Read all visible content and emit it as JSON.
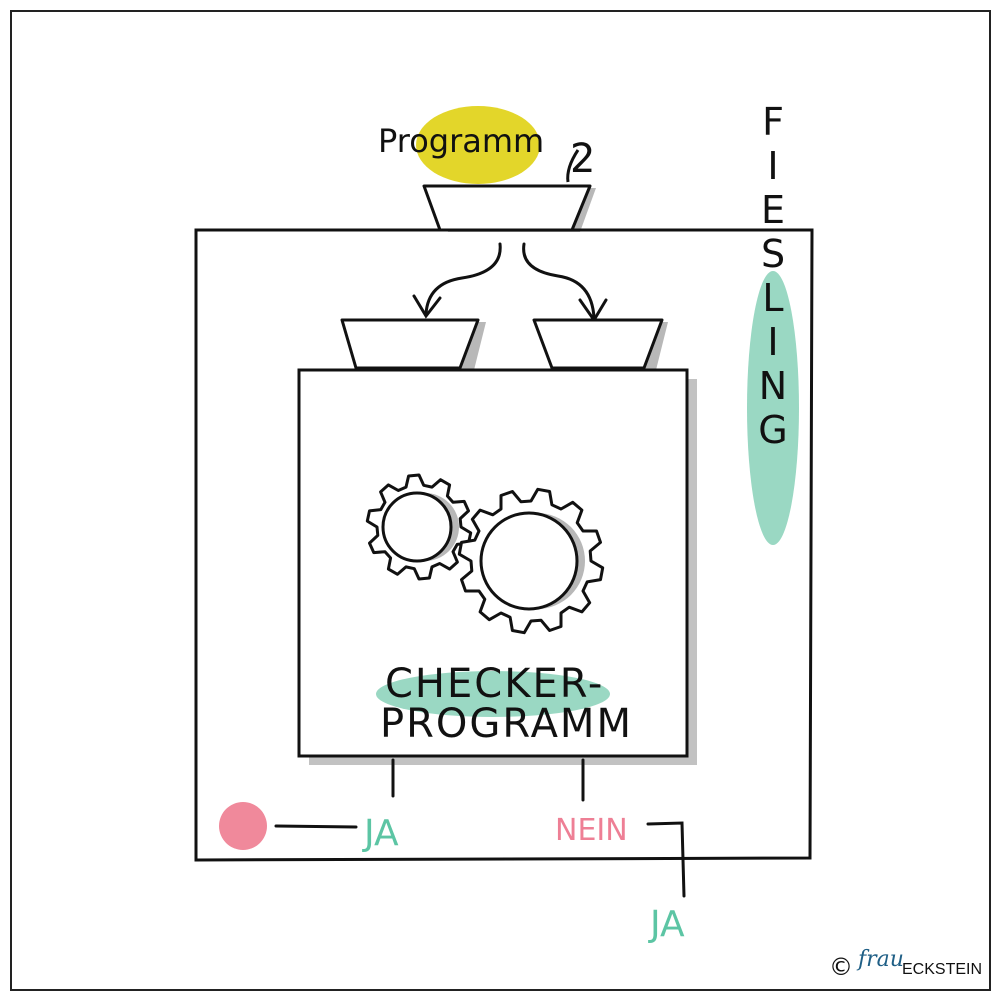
{
  "diagram": {
    "input_label_main": "Programm",
    "input_label_suffix": "2",
    "outer_box_label": "FIESLING",
    "checker_label_line1": "CHECKER-",
    "checker_label_line2": "PROGRAMM",
    "yes_label": "JA",
    "no_label": "NEIN",
    "final_label": "JA"
  },
  "credit": {
    "copyright_symbol": "©",
    "brand_part1": "frau",
    "brand_part2": "ECKSTEIN"
  },
  "colors": {
    "yellow_highlight": "#e3d62a",
    "mint_highlight": "#9ad8c3",
    "pink_dot": "#f0899b",
    "mint_text": "#5cc5a4",
    "pink_text": "#ee7f95",
    "shadow_gray": "#b8b8b8",
    "ink": "#111111"
  }
}
